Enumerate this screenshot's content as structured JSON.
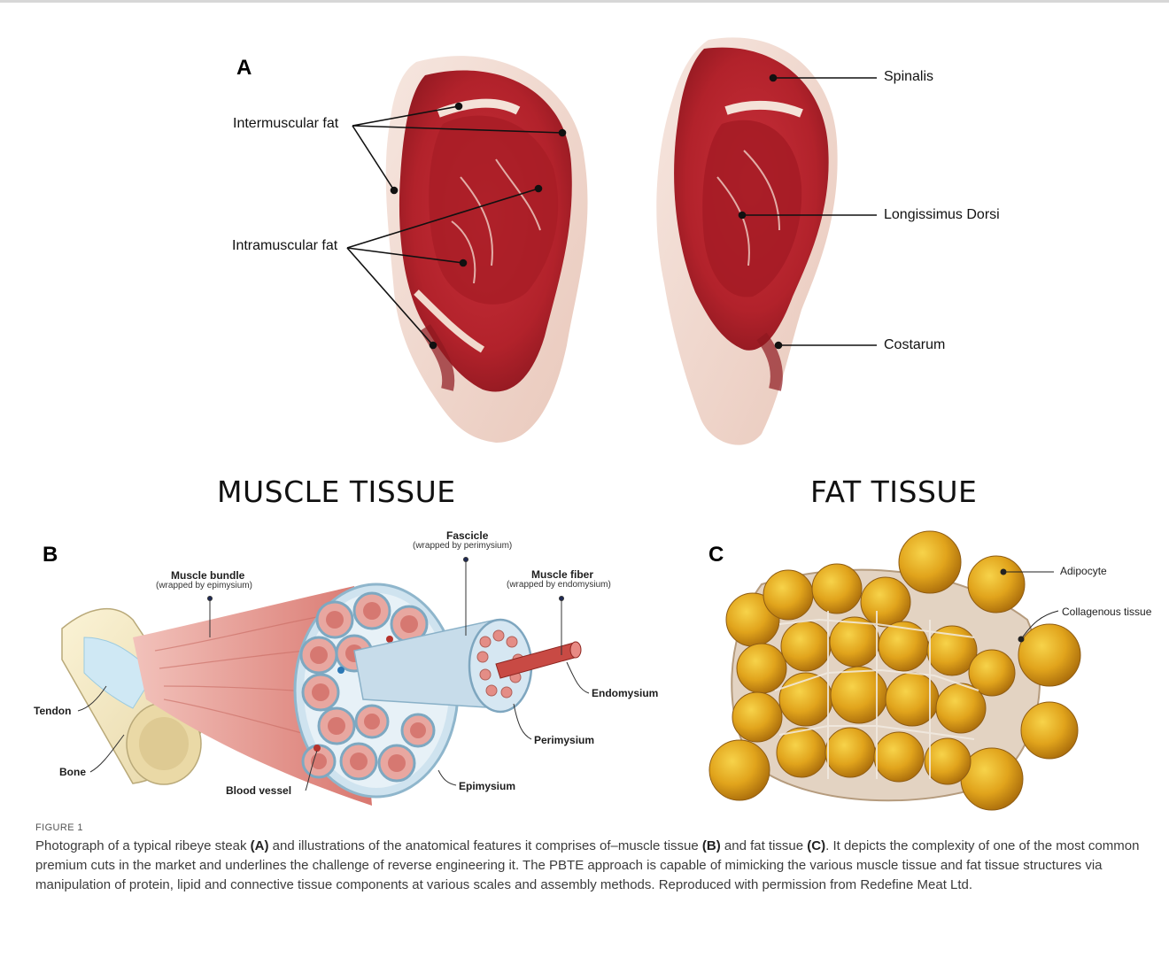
{
  "panels": {
    "a": {
      "letter": "A",
      "labels": {
        "intermuscular": "Intermuscular fat",
        "intramuscular": "Intramuscular fat",
        "spinalis": "Spinalis",
        "longissimus": "Longissimus Dorsi",
        "costarum": "Costarum"
      }
    },
    "b": {
      "letter": "B",
      "title": "MUSCLE TISSUE",
      "labels": {
        "muscle_bundle": "Muscle bundle",
        "muscle_bundle_sub": "(wrapped by epimysium)",
        "fascicle": "Fascicle",
        "fascicle_sub": "(wrapped by perimysium)",
        "muscle_fiber": "Muscle fiber",
        "muscle_fiber_sub": "(wrapped by endomysium)",
        "endomysium": "Endomysium",
        "perimysium": "Perimysium",
        "epimysium": "Epimysium",
        "tendon": "Tendon",
        "bone": "Bone",
        "blood_vessel": "Blood vessel"
      }
    },
    "c": {
      "letter": "C",
      "title": "FAT TISSUE",
      "labels": {
        "adipocyte": "Adipocyte",
        "collagenous": "Collagenous tissue"
      }
    }
  },
  "caption": {
    "label": "FIGURE 1",
    "part1": "Photograph of a typical ribeye steak ",
    "ref_a": "(A)",
    "part2": " and illustrations of the anatomical features it comprises of–muscle tissue ",
    "ref_b": "(B)",
    "part3": " and fat tissue ",
    "ref_c": "(C)",
    "part4": ". It depicts the complexity of one of the most common premium cuts in the market and underlines the challenge of reverse engineering it. The PBTE approach is capable of mimicking the various muscle tissue and fat tissue structures via manipulation of protein, lipid and connective tissue components at various scales and assembly methods. Reproduced with permission from Redefine Meat Ltd."
  },
  "colors": {
    "meat": "#b8232c",
    "meat_dark": "#8e1820",
    "fat": "#f1dad0",
    "adipocyte": "#e0a21d",
    "epimysium": "#8fc4dd",
    "muscle_pink": "#e28f8a"
  }
}
